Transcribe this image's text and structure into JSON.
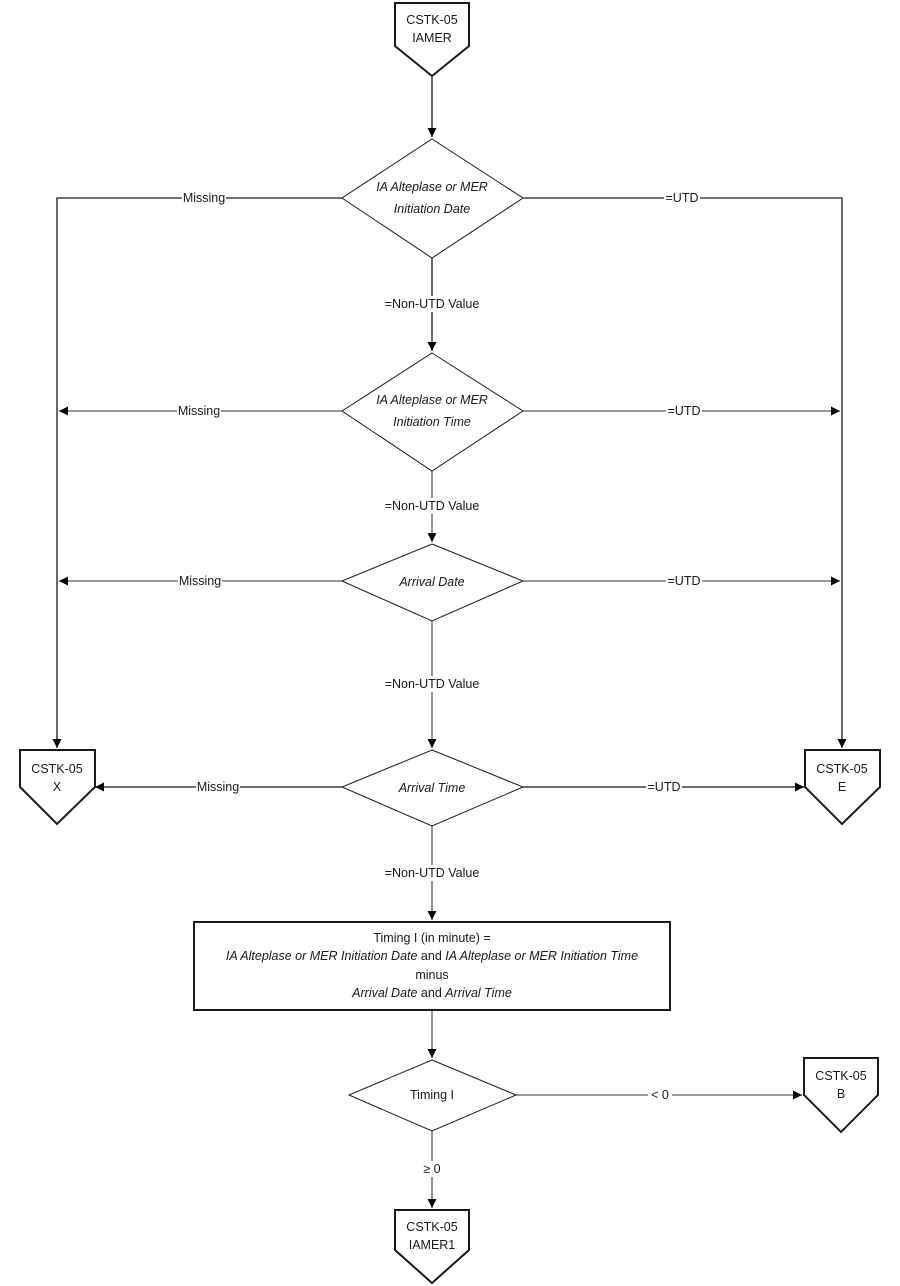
{
  "diagram": {
    "start_connector": {
      "line1": "CSTK-05",
      "line2": "IAMER"
    },
    "decisions": [
      {
        "id": "d1",
        "line1": "IA Alteplase or MER",
        "line2": "Initiation Date"
      },
      {
        "id": "d2",
        "line1": "IA Alteplase or MER",
        "line2": "Initiation Time"
      },
      {
        "id": "d3",
        "line1": "Arrival Date"
      },
      {
        "id": "d4",
        "line1": "Arrival Time"
      },
      {
        "id": "d5",
        "line1": "Timing I"
      }
    ],
    "edge_labels": {
      "missing": "Missing",
      "utd": "=UTD",
      "non_utd": "=Non-UTD Value",
      "less_than_zero": "< 0",
      "greater_equal_zero": "≥ 0"
    },
    "process": {
      "line1": "Timing I (in minute) =",
      "line2_italic_a": "IA Alteplase or MER Initiation Date",
      "line2_plain": " and ",
      "line2_italic_b": "IA Alteplase or MER Initiation Time",
      "line3": "minus",
      "line4_italic_a": "Arrival Date",
      "line4_plain": " and ",
      "line4_italic_b": "Arrival Time"
    },
    "connectors": {
      "x": {
        "line1": "CSTK-05",
        "line2": "X"
      },
      "e": {
        "line1": "CSTK-05",
        "line2": "E"
      },
      "b": {
        "line1": "CSTK-05",
        "line2": "B"
      },
      "iamer1": {
        "line1": "CSTK-05",
        "line2": "IAMER1"
      }
    }
  }
}
